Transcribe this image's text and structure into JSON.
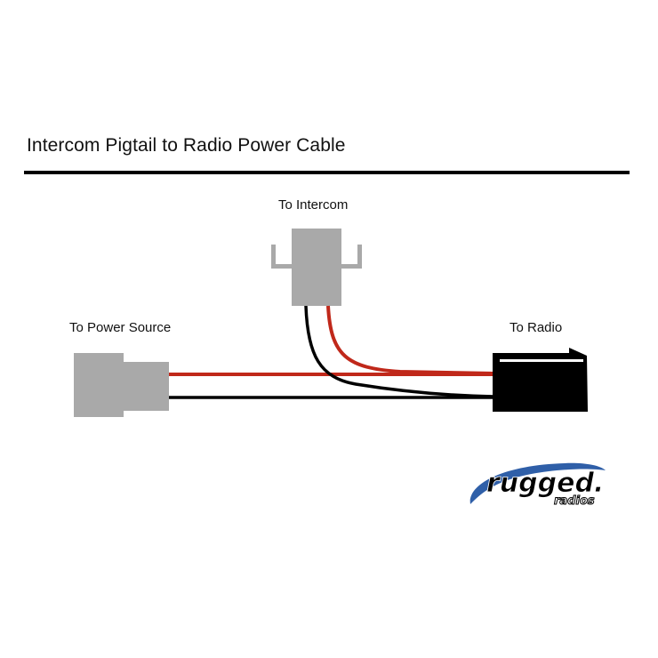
{
  "title": "Intercom Pigtail to Radio Power Cable",
  "labels": {
    "intercom": "To Intercom",
    "power_source": "To Power Source",
    "radio": "To Radio"
  },
  "colors": {
    "connector_gray": "#a9a9a9",
    "wire_red": "#c0281a",
    "wire_black": "#000000",
    "radio_connector": "#000000",
    "logo_blue": "#2f5fa8"
  },
  "logo": {
    "main": "rugged.",
    "sub": "radios"
  }
}
